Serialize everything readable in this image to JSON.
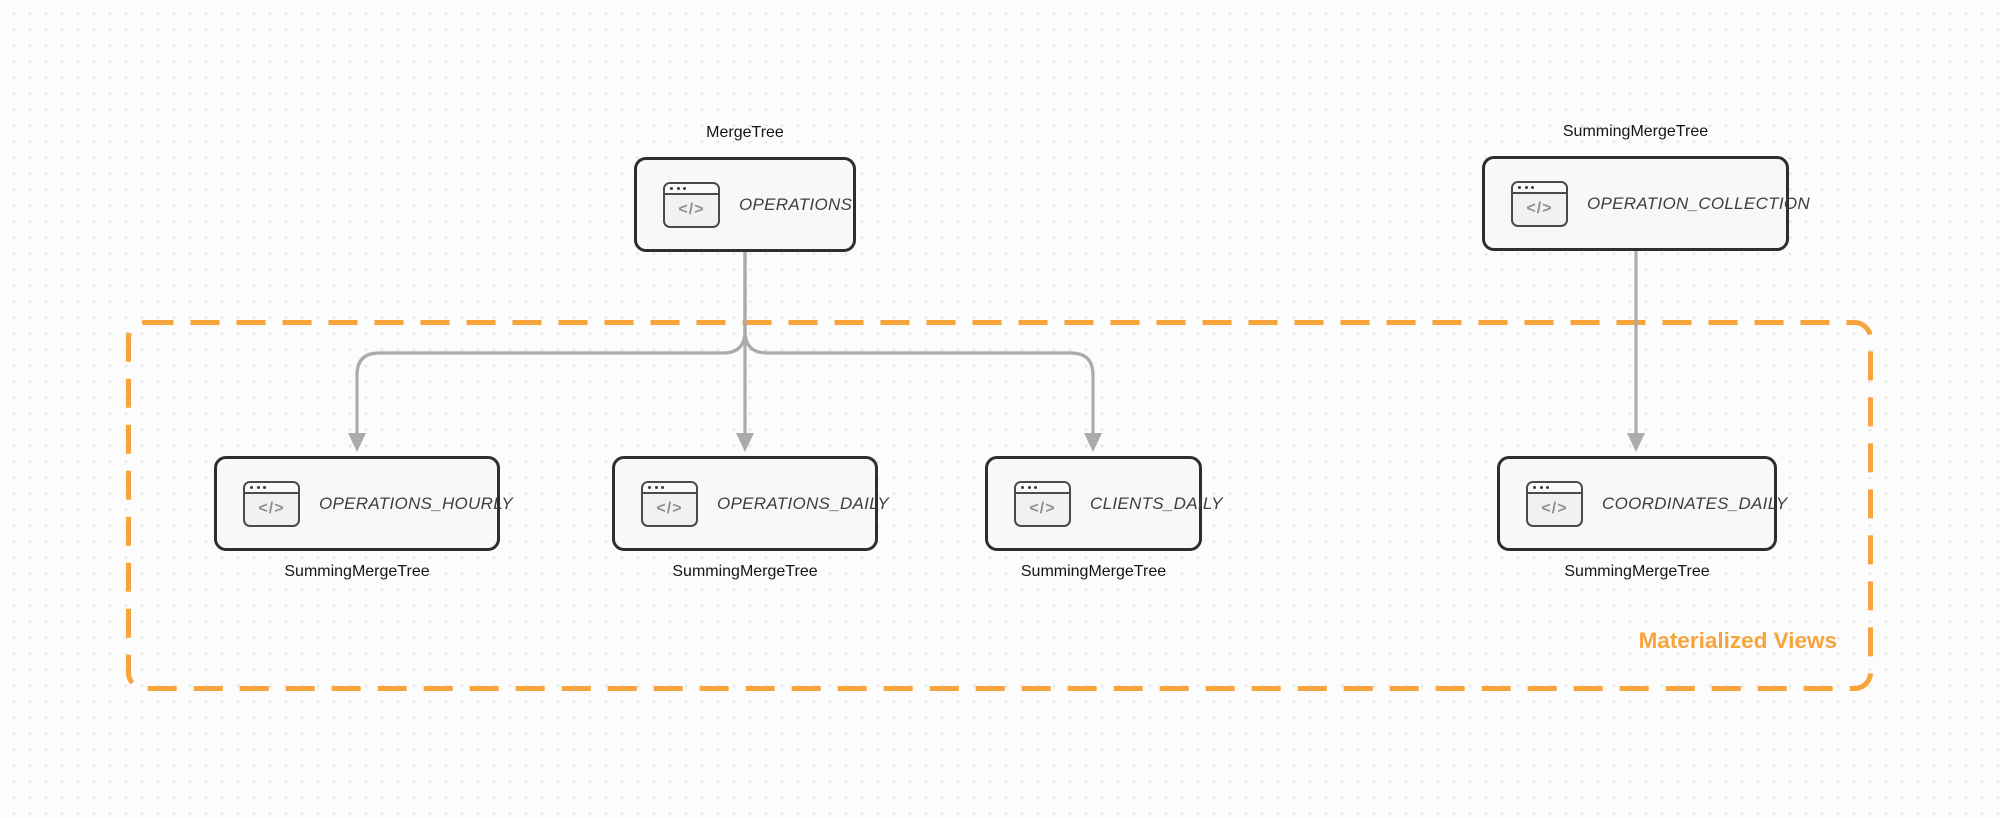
{
  "icon_glyph": "</>",
  "group": {
    "label": "Materialized Views"
  },
  "nodes": {
    "operations": {
      "engine": "MergeTree",
      "title": "OPERATIONS"
    },
    "operation_collection": {
      "engine": "SummingMergeTree",
      "title": "OPERATION_COLLECTION"
    },
    "operations_hourly": {
      "engine": "SummingMergeTree",
      "title": "OPERATIONS_HOURLY"
    },
    "operations_daily": {
      "engine": "SummingMergeTree",
      "title": "OPERATIONS_DAILY"
    },
    "clients_daily": {
      "engine": "SummingMergeTree",
      "title": "CLIENTS_DAILY"
    },
    "coordinates_daily": {
      "engine": "SummingMergeTree",
      "title": "COORDINATES_DAILY"
    }
  },
  "edges": [
    {
      "from": "OPERATIONS",
      "to": "OPERATIONS_HOURLY"
    },
    {
      "from": "OPERATIONS",
      "to": "OPERATIONS_DAILY"
    },
    {
      "from": "OPERATIONS",
      "to": "CLIENTS_DAILY"
    },
    {
      "from": "OPERATION_COLLECTION",
      "to": "COORDINATES_DAILY"
    }
  ],
  "colors": {
    "background": "#FCFCFC",
    "dot_grid": "#E6E6E6",
    "node_border": "#2E2E2E",
    "node_fill": "#F7F8F8",
    "edge_gray": "#ABABAB",
    "accent_orange": "#F7A43C"
  }
}
